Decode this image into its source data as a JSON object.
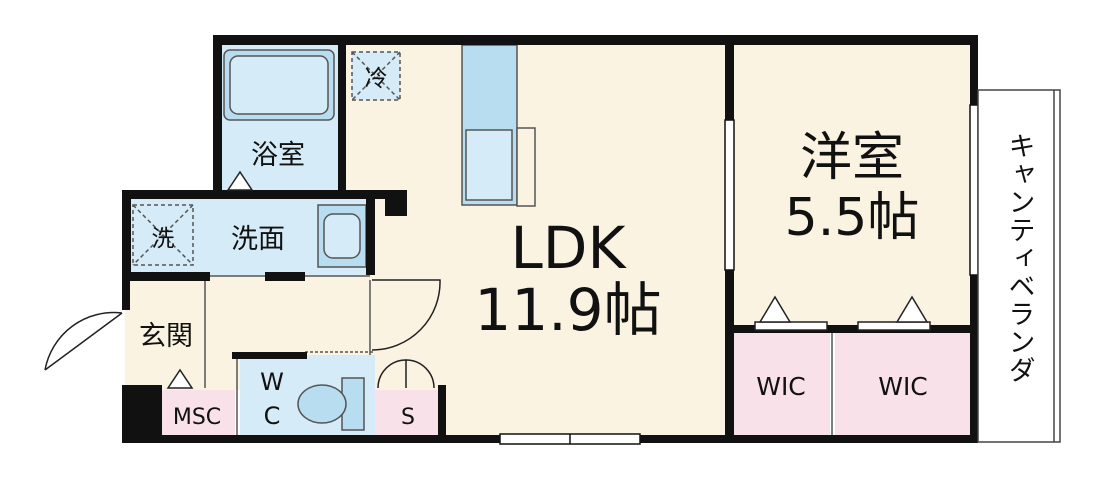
{
  "colors": {
    "wall": "#111111",
    "floor": "#fbf3e1",
    "wet": "#d5ecf8",
    "fixture": "#b8dcf0",
    "storage": "#f8e1e8",
    "line": "#555555"
  },
  "rooms": {
    "ldk": {
      "name": "LDK",
      "size": "11.9帖"
    },
    "western": {
      "name": "洋室",
      "size": "5.5帖"
    },
    "bath": {
      "name": "浴室"
    },
    "washroom": {
      "name": "洗面"
    },
    "washer": {
      "name": "洗"
    },
    "fridge": {
      "name": "冷"
    },
    "entrance": {
      "name": "玄関"
    },
    "msc": {
      "name": "MSC"
    },
    "wc": {
      "name_top": "W",
      "name_bottom": "C"
    },
    "storage_s": {
      "name": "S"
    },
    "wic_left": {
      "name": "WIC"
    },
    "wic_right": {
      "name": "WIC"
    }
  },
  "balcony": {
    "name": "キャンティベランダ"
  }
}
